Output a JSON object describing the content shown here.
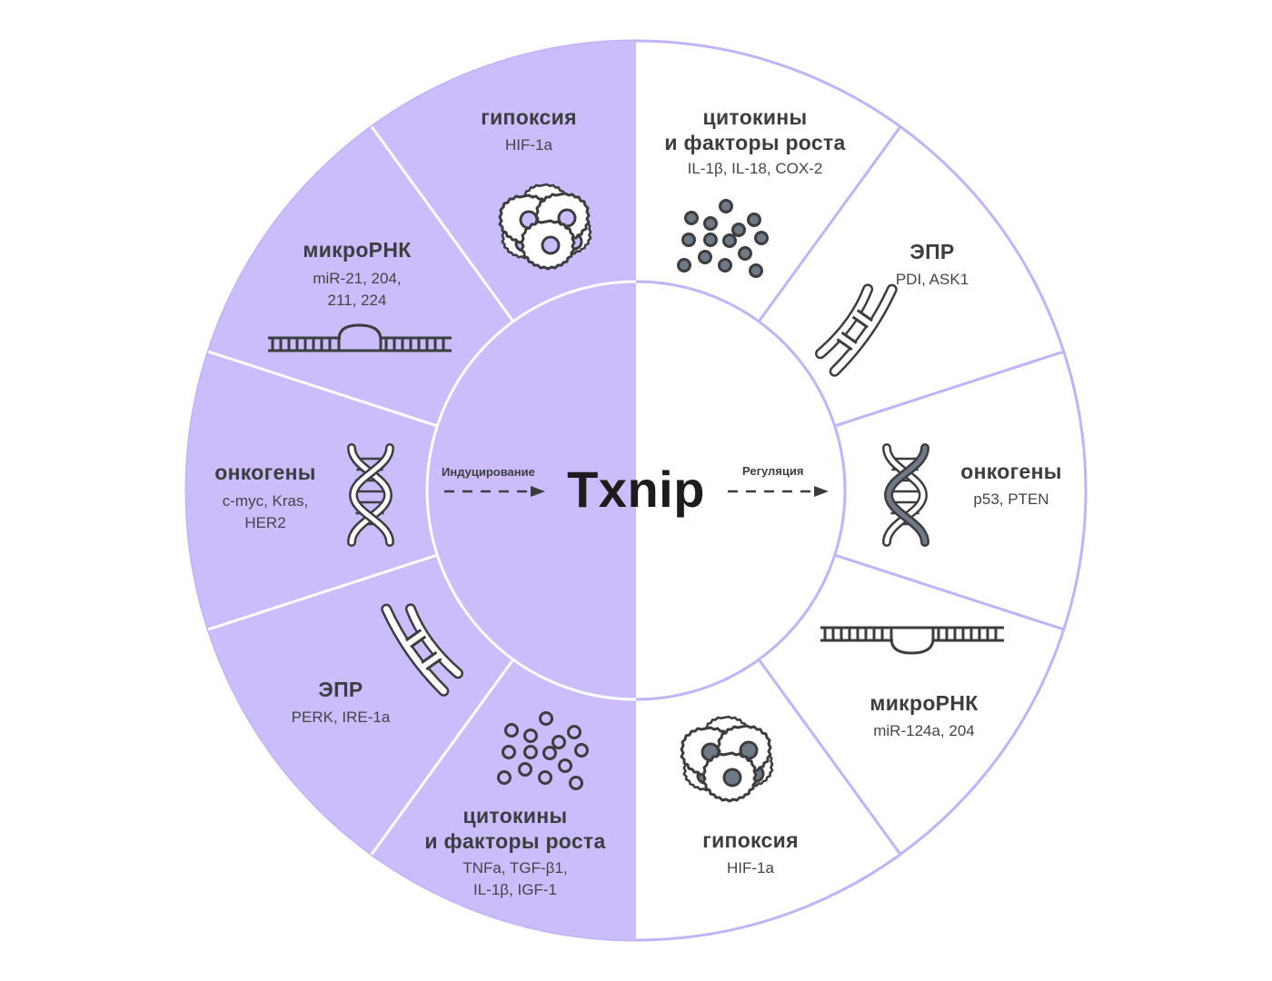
{
  "colors": {
    "left_fill": "#cbbcfc",
    "divider_on_purple": "#ffffff",
    "divider_on_white": "#c2b2f8",
    "icon_stroke": "#3d3d3f",
    "icon_gray_fill": "#6f7a87"
  },
  "center": {
    "title": "Txnip",
    "left_arrow_label": "Индуцирование",
    "right_arrow_label": "Регуляция"
  },
  "left_sectors": [
    {
      "id": "hypoxia",
      "title": "гипоксия",
      "subtitle": [
        "HIF-1a"
      ],
      "icon": "cell-cluster-icon"
    },
    {
      "id": "microrna",
      "title": "микроРНК",
      "subtitle": [
        "miR-21, 204,",
        "211, 224"
      ],
      "icon": "rna-duplex-icon"
    },
    {
      "id": "oncogenes",
      "title": "онкогены",
      "subtitle": [
        "c-myc, Kras,",
        "HER2"
      ],
      "icon": "dna-helix-icon"
    },
    {
      "id": "er",
      "title": "ЭПР",
      "subtitle": [
        "PERK, IRE-1a"
      ],
      "icon": "endoplasmic-reticulum-icon"
    },
    {
      "id": "cytokines",
      "title": [
        "цитокины",
        "и факторы роста"
      ],
      "subtitle": [
        "TNFa, TGF-β1,",
        "IL-1β, IGF-1"
      ],
      "icon": "cytokine-dots-icon"
    }
  ],
  "right_sectors": [
    {
      "id": "cytokines",
      "title": [
        "цитокины",
        "и факторы роста"
      ],
      "subtitle": [
        "IL-1β, IL-18, COX-2"
      ],
      "icon": "cytokine-dots-icon"
    },
    {
      "id": "er",
      "title": "ЭПР",
      "subtitle": [
        "PDI, ASK1"
      ],
      "icon": "endoplasmic-reticulum-icon"
    },
    {
      "id": "oncogenes",
      "title": "онкогены",
      "subtitle": [
        "p53, PTEN"
      ],
      "icon": "dna-helix-icon"
    },
    {
      "id": "microrna",
      "title": "микроРНК",
      "subtitle": [
        "miR-124a, 204"
      ],
      "icon": "rna-duplex-icon"
    },
    {
      "id": "hypoxia",
      "title": "гипоксия",
      "subtitle": [
        "HIF-1a"
      ],
      "icon": "cell-cluster-icon"
    }
  ]
}
